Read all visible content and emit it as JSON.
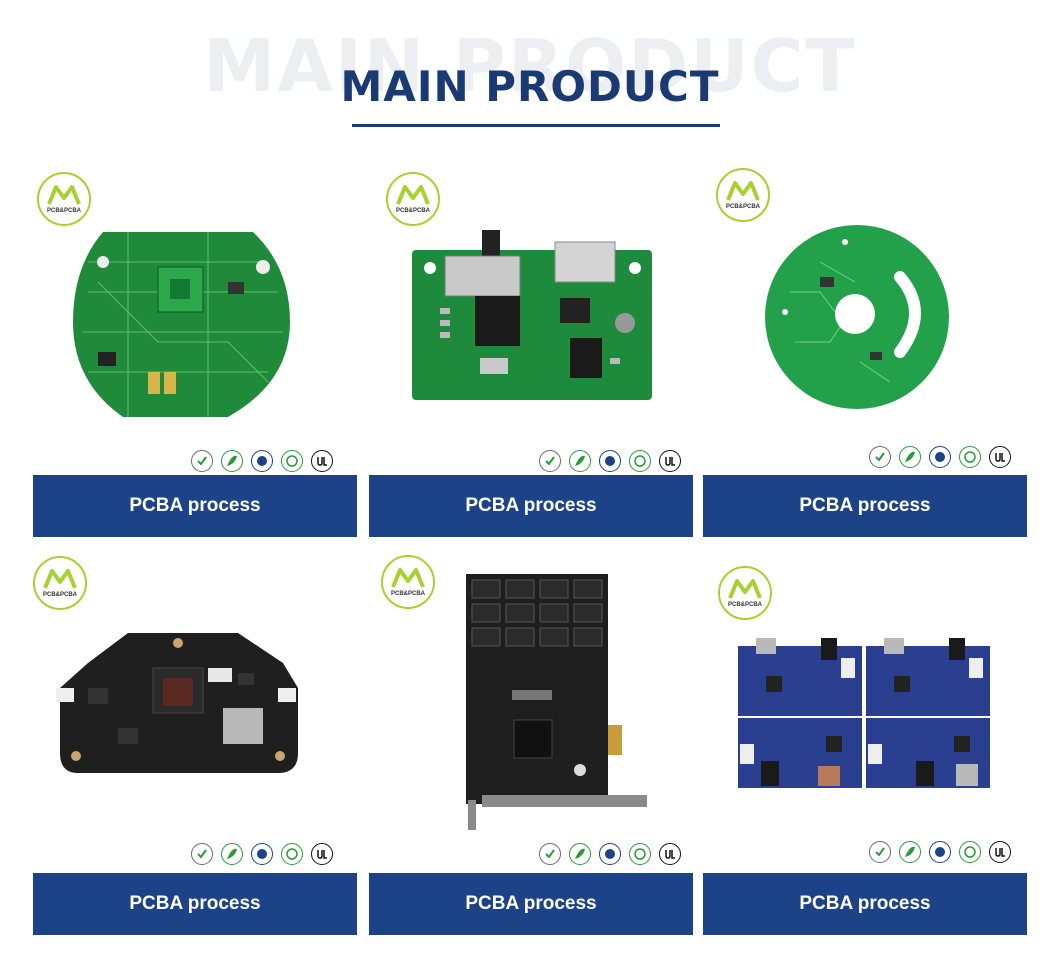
{
  "header": {
    "ghost_text": "MAIN PRODUCT",
    "title": "MAIN PRODUCT"
  },
  "brand": {
    "logo_text": "PCB&PCBA",
    "accent_color": "#a7d130",
    "banner_color": "#1c4287",
    "title_color": "#1a3a73"
  },
  "certifications": [
    "REACH",
    "RoHS",
    "ISO",
    "ISO 9001",
    "UL"
  ],
  "products": [
    {
      "label": "PCBA process",
      "board": "green round pcb"
    },
    {
      "label": "PCBA process",
      "board": "green rectangular pcb"
    },
    {
      "label": "PCBA process",
      "board": "green ring pcb"
    },
    {
      "label": "PCBA process",
      "board": "black camera pcb"
    },
    {
      "label": "PCBA process",
      "board": "black pcie card"
    },
    {
      "label": "PCBA process",
      "board": "blue panel pcb"
    }
  ]
}
